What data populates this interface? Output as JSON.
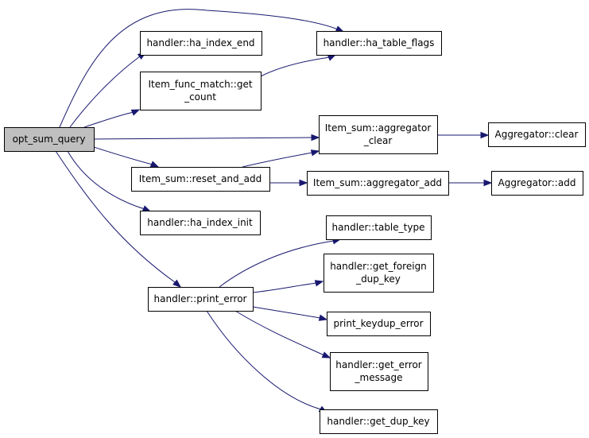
{
  "graph": {
    "root": "opt_sum_query",
    "nodes": [
      {
        "id": "opt_sum_query",
        "lines": [
          "opt_sum_query"
        ],
        "root": true
      },
      {
        "id": "ha_index_end",
        "lines": [
          "handler::ha_index_end"
        ]
      },
      {
        "id": "ha_table_flags",
        "lines": [
          "handler::ha_table_flags"
        ]
      },
      {
        "id": "get_count",
        "lines": [
          "Item_func_match::get",
          "_count"
        ]
      },
      {
        "id": "aggregator_clear",
        "lines": [
          "Item_sum::aggregator",
          "_clear"
        ]
      },
      {
        "id": "agg_clear",
        "lines": [
          "Aggregator::clear"
        ]
      },
      {
        "id": "reset_and_add",
        "lines": [
          "Item_sum::reset_and_add"
        ]
      },
      {
        "id": "aggregator_add",
        "lines": [
          "Item_sum::aggregator_add"
        ]
      },
      {
        "id": "agg_add",
        "lines": [
          "Aggregator::add"
        ]
      },
      {
        "id": "ha_index_init",
        "lines": [
          "handler::ha_index_init"
        ]
      },
      {
        "id": "table_type",
        "lines": [
          "handler::table_type"
        ]
      },
      {
        "id": "get_foreign_dup_key",
        "lines": [
          "handler::get_foreign",
          "_dup_key"
        ]
      },
      {
        "id": "print_error",
        "lines": [
          "handler::print_error"
        ]
      },
      {
        "id": "print_keydup_error",
        "lines": [
          "print_keydup_error"
        ]
      },
      {
        "id": "get_error_message",
        "lines": [
          "handler::get_error",
          "_message"
        ]
      },
      {
        "id": "get_dup_key",
        "lines": [
          "handler::get_dup_key"
        ]
      }
    ],
    "edges": [
      {
        "from": "opt_sum_query",
        "to": "ha_table_flags"
      },
      {
        "from": "opt_sum_query",
        "to": "ha_index_end"
      },
      {
        "from": "opt_sum_query",
        "to": "get_count"
      },
      {
        "from": "opt_sum_query",
        "to": "aggregator_clear"
      },
      {
        "from": "opt_sum_query",
        "to": "reset_and_add"
      },
      {
        "from": "opt_sum_query",
        "to": "ha_index_init"
      },
      {
        "from": "opt_sum_query",
        "to": "print_error"
      },
      {
        "from": "get_count",
        "to": "ha_table_flags"
      },
      {
        "from": "aggregator_clear",
        "to": "agg_clear"
      },
      {
        "from": "reset_and_add",
        "to": "aggregator_clear"
      },
      {
        "from": "reset_and_add",
        "to": "aggregator_add"
      },
      {
        "from": "aggregator_add",
        "to": "agg_add"
      },
      {
        "from": "print_error",
        "to": "table_type"
      },
      {
        "from": "print_error",
        "to": "get_foreign_dup_key"
      },
      {
        "from": "print_error",
        "to": "print_keydup_error"
      },
      {
        "from": "print_error",
        "to": "get_error_message"
      },
      {
        "from": "print_error",
        "to": "get_dup_key"
      }
    ]
  }
}
